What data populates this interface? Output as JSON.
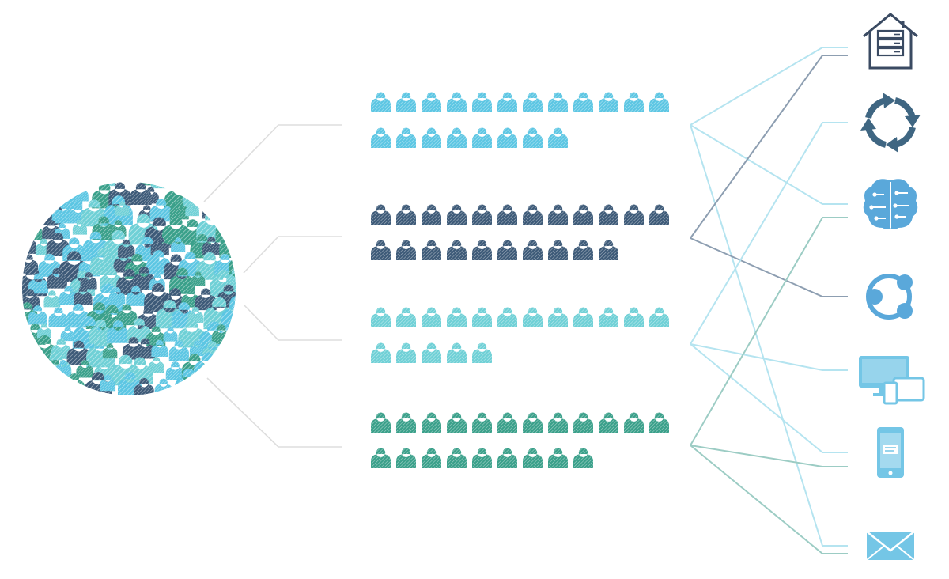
{
  "colors": {
    "light_blue": "#5cc6e3",
    "navy": "#3d5a78",
    "aqua": "#6fd0d6",
    "teal": "#3aa08a",
    "connector_gray": "#dddddd",
    "link_light_blue": "#b5e4f0",
    "link_slate": "#8d9eb1",
    "link_teal": "#9cccc4",
    "icon_navy": "#3a4a62",
    "icon_slate": "#3f6682",
    "icon_blue": "#5aa8da",
    "icon_sky": "#74c6e6"
  },
  "crowd": {
    "label": "mixed-crowd-of-people",
    "colors": [
      "light_blue",
      "navy",
      "aqua",
      "teal"
    ]
  },
  "segments": [
    {
      "name": "segment-light-blue",
      "color": "light_blue",
      "count": 20
    },
    {
      "name": "segment-navy",
      "color": "navy",
      "count": 22
    },
    {
      "name": "segment-aqua",
      "color": "aqua",
      "count": 17
    },
    {
      "name": "segment-teal",
      "color": "teal",
      "count": 21
    }
  ],
  "channels": [
    {
      "icon": "house-server-icon",
      "color": "icon_navy"
    },
    {
      "icon": "refresh-cycle-icon",
      "color": "icon_slate"
    },
    {
      "icon": "ai-brain-icon",
      "color": "icon_blue"
    },
    {
      "icon": "share-network-icon",
      "color": "icon_blue"
    },
    {
      "icon": "multi-device-icon",
      "color": "icon_sky"
    },
    {
      "icon": "mobile-phone-icon",
      "color": "icon_sky"
    },
    {
      "icon": "email-envelope-icon",
      "color": "icon_sky"
    }
  ],
  "links": [
    {
      "segment": 0,
      "channel": 0,
      "color": "link_light_blue"
    },
    {
      "segment": 0,
      "channel": 2,
      "color": "link_light_blue"
    },
    {
      "segment": 0,
      "channel": 6,
      "color": "link_light_blue"
    },
    {
      "segment": 1,
      "channel": 0,
      "color": "link_slate"
    },
    {
      "segment": 1,
      "channel": 3,
      "color": "link_slate"
    },
    {
      "segment": 2,
      "channel": 1,
      "color": "link_light_blue"
    },
    {
      "segment": 2,
      "channel": 4,
      "color": "link_light_blue"
    },
    {
      "segment": 2,
      "channel": 5,
      "color": "link_light_blue"
    },
    {
      "segment": 3,
      "channel": 2,
      "color": "link_teal"
    },
    {
      "segment": 3,
      "channel": 5,
      "color": "link_teal"
    },
    {
      "segment": 3,
      "channel": 6,
      "color": "link_teal"
    }
  ]
}
